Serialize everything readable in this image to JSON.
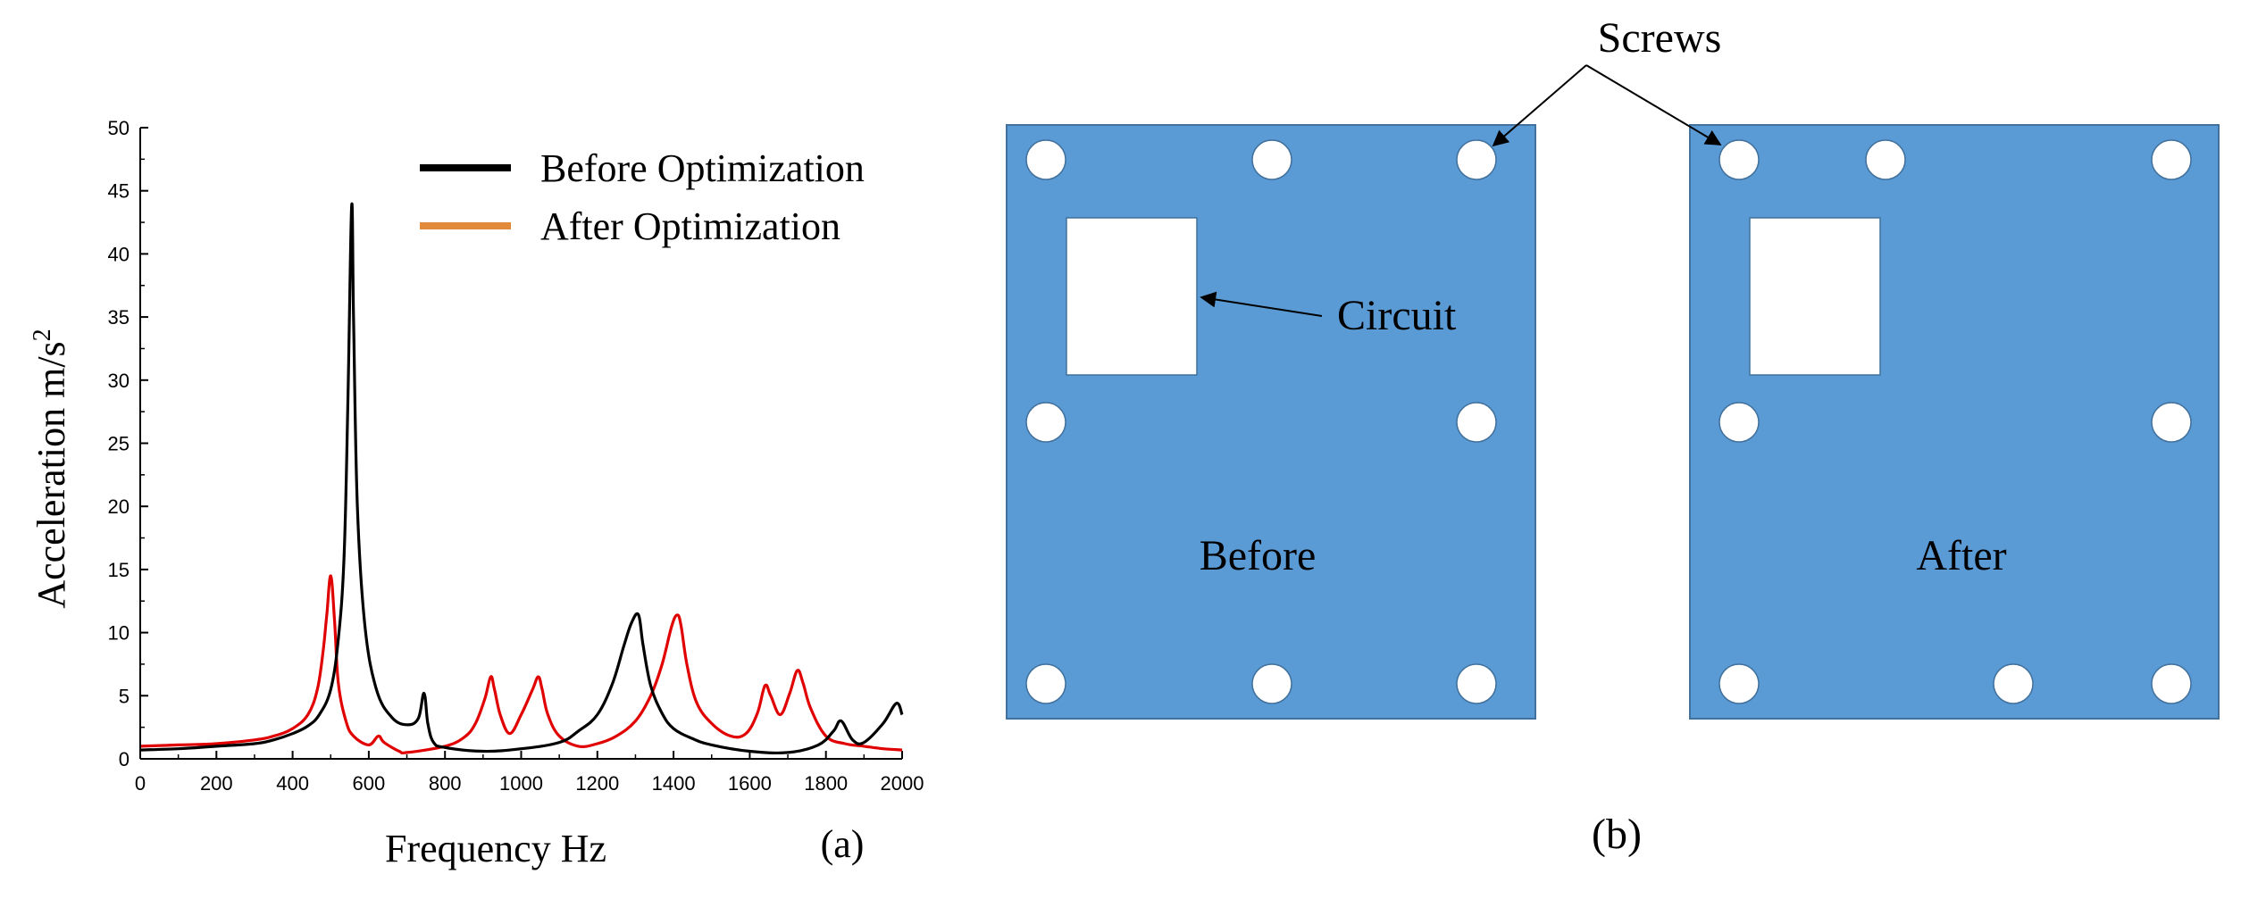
{
  "colors": {
    "before_line": "#000000",
    "after_line": "#e00000",
    "after_legend": "#e08a3a",
    "panel_fill": "#5b9bd5",
    "panel_edge": "#41719c",
    "screw_fill": "#ffffff",
    "circuit_fill": "#ffffff"
  },
  "chart_data": {
    "type": "line",
    "title": "",
    "xlabel": "Frequency Hz",
    "ylabel": "Acceleration m/s",
    "ylabel_superscript": "2",
    "xlim": [
      0,
      2000
    ],
    "ylim": [
      0,
      50
    ],
    "x_ticks": [
      "0",
      "200",
      "400",
      "600",
      "800",
      "1000",
      "1200",
      "1400",
      "1600",
      "1800",
      "2000"
    ],
    "y_ticks": [
      "0",
      "5",
      "10",
      "15",
      "20",
      "25",
      "30",
      "35",
      "40",
      "45",
      "50"
    ],
    "grid": false,
    "legend_position": "top-right",
    "panel_label": "(a)",
    "series": [
      {
        "name": "Before Optimization",
        "x": [
          0,
          100,
          200,
          300,
          350,
          400,
          440,
          470,
          500,
          520,
          535,
          545,
          555,
          560,
          570,
          590,
          620,
          660,
          700,
          730,
          745,
          755,
          770,
          800,
          900,
          1000,
          1100,
          1150,
          1200,
          1240,
          1270,
          1290,
          1308,
          1320,
          1340,
          1370,
          1400,
          1450,
          1500,
          1600,
          1700,
          1780,
          1820,
          1840,
          1870,
          1900,
          1950,
          1985,
          2000
        ],
        "y": [
          0.7,
          0.8,
          1.0,
          1.2,
          1.5,
          2.0,
          2.6,
          3.5,
          5.5,
          9.5,
          16,
          28,
          43.8,
          35,
          20,
          10.5,
          5.5,
          3.3,
          2.7,
          3.2,
          5.2,
          2.8,
          1.3,
          0.9,
          0.6,
          0.8,
          1.3,
          2.2,
          3.5,
          6,
          9,
          10.8,
          11.4,
          9,
          5.8,
          3.6,
          2.4,
          1.6,
          1.1,
          0.6,
          0.5,
          1.1,
          2.2,
          3.0,
          1.5,
          1.3,
          2.8,
          4.4,
          3.5
        ]
      },
      {
        "name": "After Optimization",
        "x": [
          0,
          100,
          200,
          300,
          350,
          400,
          440,
          465,
          480,
          490,
          500,
          510,
          520,
          540,
          560,
          600,
          625,
          640,
          680,
          700,
          800,
          850,
          880,
          905,
          920,
          930,
          945,
          970,
          1000,
          1030,
          1045,
          1055,
          1070,
          1100,
          1150,
          1200,
          1250,
          1300,
          1340,
          1370,
          1395,
          1410,
          1420,
          1435,
          1460,
          1500,
          1550,
          1590,
          1620,
          1640,
          1655,
          1680,
          1705,
          1725,
          1740,
          1760,
          1800,
          1850,
          1900,
          1950,
          2000
        ],
        "y": [
          1.0,
          1.1,
          1.2,
          1.5,
          1.8,
          2.4,
          3.5,
          5.5,
          8.5,
          11.5,
          14.5,
          11,
          6,
          3,
          1.8,
          1.1,
          1.8,
          1.3,
          0.6,
          0.5,
          1.0,
          1.7,
          2.8,
          4.8,
          6.5,
          5.5,
          3.5,
          2.0,
          3.5,
          5.5,
          6.5,
          5.5,
          3.5,
          1.8,
          1.0,
          1.2,
          1.8,
          3.0,
          5.0,
          7.5,
          10.5,
          11.4,
          10.5,
          7.5,
          4.5,
          2.8,
          1.8,
          2.0,
          3.6,
          5.8,
          5.0,
          3.5,
          5.2,
          7.0,
          6.0,
          4.0,
          1.8,
          1.2,
          1.0,
          0.8,
          0.7
        ]
      }
    ]
  },
  "diagram": {
    "screws_label": "Screws",
    "circuit_label": "Circuit",
    "before_label": "Before",
    "after_label": "After",
    "panel_label": "(b)"
  }
}
